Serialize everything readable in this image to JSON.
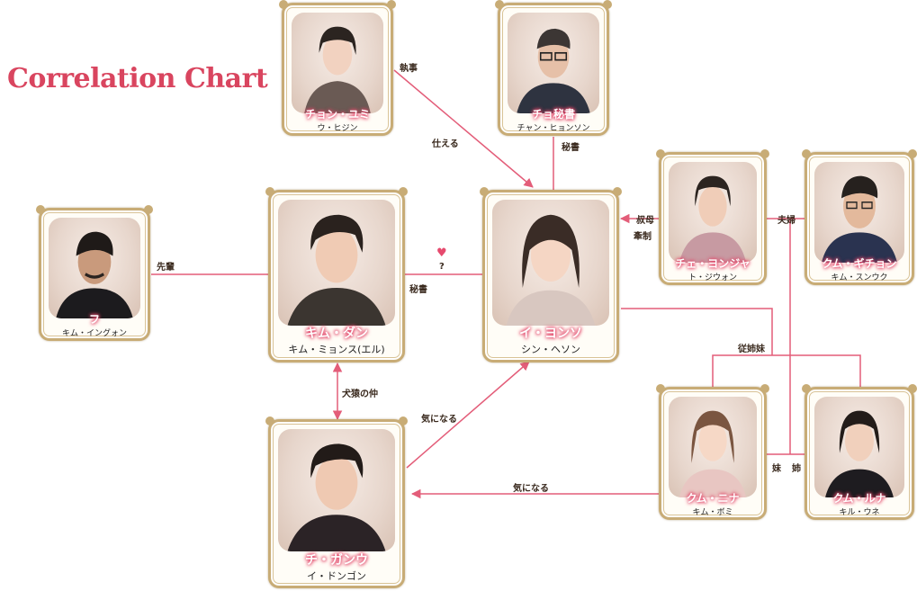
{
  "title": "Correlation Chart",
  "colors": {
    "title": "#d9455f",
    "line": "#e35d79",
    "frame": "#c8ac76",
    "role_glow": "#e2486a"
  },
  "characters": [
    {
      "id": "yumi",
      "role": "チョン・ユミ",
      "actor": "ウ・ヒジン"
    },
    {
      "id": "cho",
      "role": "チョ秘書",
      "actor": "チャン・ヒョンソン"
    },
    {
      "id": "fu",
      "role": "フ",
      "actor": "キム・イングォン"
    },
    {
      "id": "dan",
      "role": "キム・ダン",
      "actor": "キム・ミョンス(エル)"
    },
    {
      "id": "yeonseo",
      "role": "イ・ヨンソ",
      "actor": "シン・ヘソン"
    },
    {
      "id": "younja",
      "role": "チェ・ヨンジャ",
      "actor": "ト・ジウォン"
    },
    {
      "id": "gichun",
      "role": "クム・ギチョン",
      "actor": "キム・スンウク"
    },
    {
      "id": "nina",
      "role": "クム・ニナ",
      "actor": "キム・ボミ"
    },
    {
      "id": "luna",
      "role": "クム・ルナ",
      "actor": "キル・ウネ"
    },
    {
      "id": "kangwoo",
      "role": "チ・ガンウ",
      "actor": "イ・ドンゴン"
    }
  ],
  "relations": {
    "butler": "執事",
    "serve": "仕える",
    "secretary_top": "秘書",
    "senior": "先輩",
    "heart_mark": "?",
    "secretary_mid": "秘書",
    "aunt": "叔母",
    "check": "牽制",
    "couple": "夫婦",
    "cousin": "従姉妹",
    "rivals": "犬猿の仲",
    "interested_up": "気になる",
    "interested_left": "気になる",
    "younger_sister": "妹",
    "older_sister": "姉"
  },
  "icons": {
    "heart": "heart-icon"
  }
}
